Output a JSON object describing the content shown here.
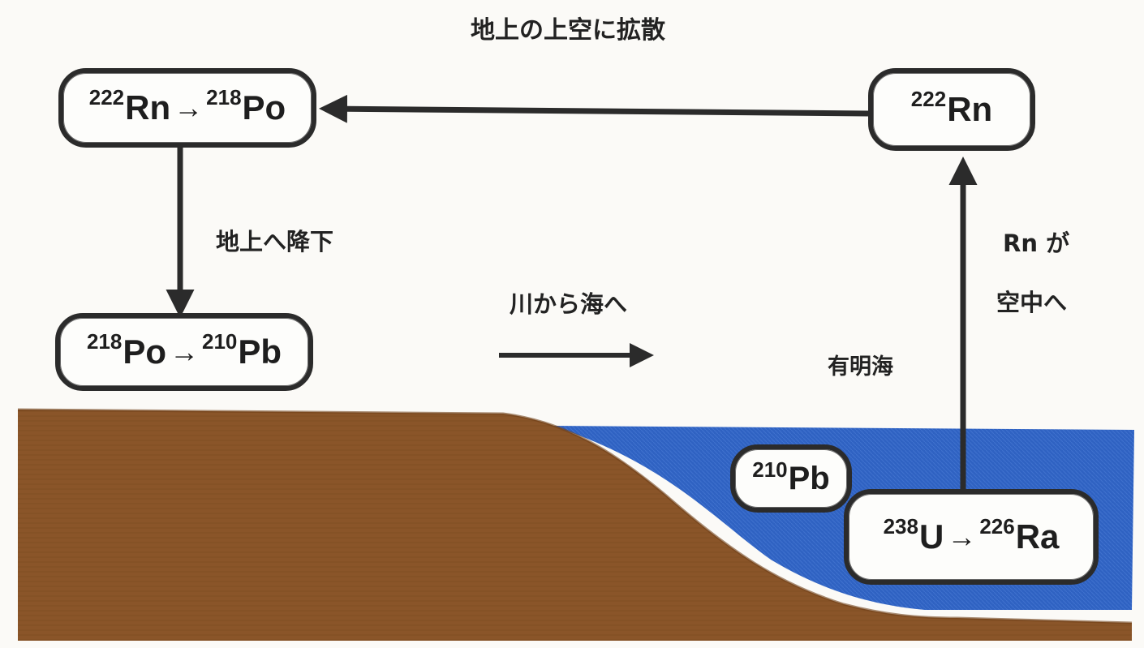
{
  "title": "地上の上空に拡散",
  "labels": {
    "fall": "地上へ降下",
    "river": "川から海へ",
    "sea": "有明海",
    "rn_line1": "Rn が",
    "rn_line2": "空中へ"
  },
  "nodes": {
    "rn222_top": {
      "mass": "222",
      "symbol": "Rn"
    },
    "rn_po": {
      "from_mass": "222",
      "from_symbol": "Rn",
      "arrow": "→",
      "to_mass": "218",
      "to_symbol": "Po"
    },
    "po_pb": {
      "from_mass": "218",
      "from_symbol": "Po",
      "arrow": "→",
      "to_mass": "210",
      "to_symbol": "Pb"
    },
    "pb210": {
      "mass": "210",
      "symbol": "Pb"
    },
    "u_ra": {
      "from_mass": "238",
      "from_symbol": "U",
      "arrow": "→",
      "to_mass": "226",
      "to_symbol": "Ra"
    }
  },
  "colors": {
    "land": "#8a5529",
    "sea": "#2f62c2",
    "ink": "#2b2b2b",
    "background": "#fbfaf7"
  }
}
